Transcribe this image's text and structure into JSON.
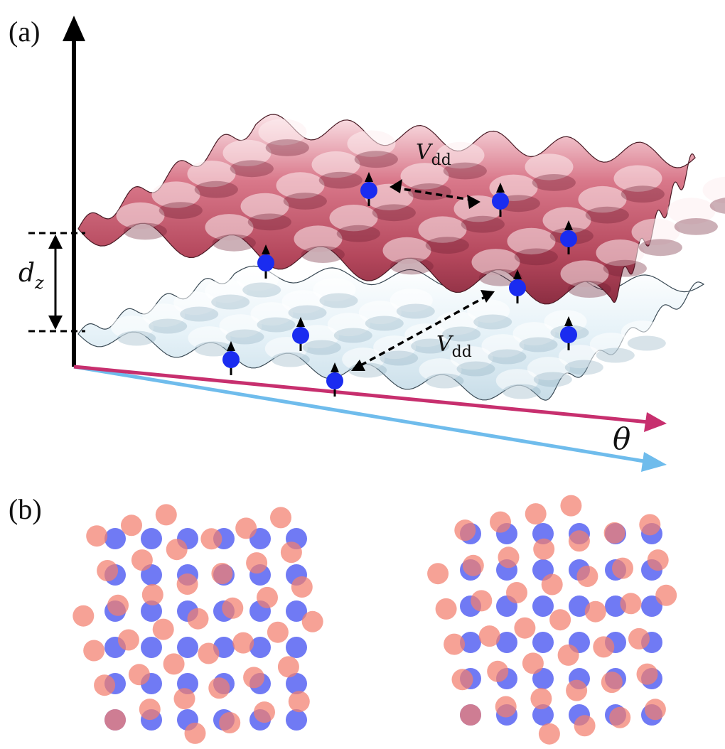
{
  "panel_a": {
    "label": "(a)",
    "dz_label": {
      "main": "d",
      "sub": "z"
    },
    "vdd_upper": {
      "main": "V",
      "sub": "dd"
    },
    "vdd_lower": {
      "main": "V",
      "sub": "dd"
    },
    "theta_label": "θ"
  },
  "panel_b": {
    "label": "(b)"
  },
  "colors": {
    "upper_layer": "#b8455a",
    "lower_layer": "#dfeef5",
    "atom": "#1a2cf0",
    "axis_magenta": "#c72f6e",
    "axis_blue": "#6fbcec",
    "dot_blue": "#5c68f2",
    "dot_red": "#f27e6e"
  }
}
